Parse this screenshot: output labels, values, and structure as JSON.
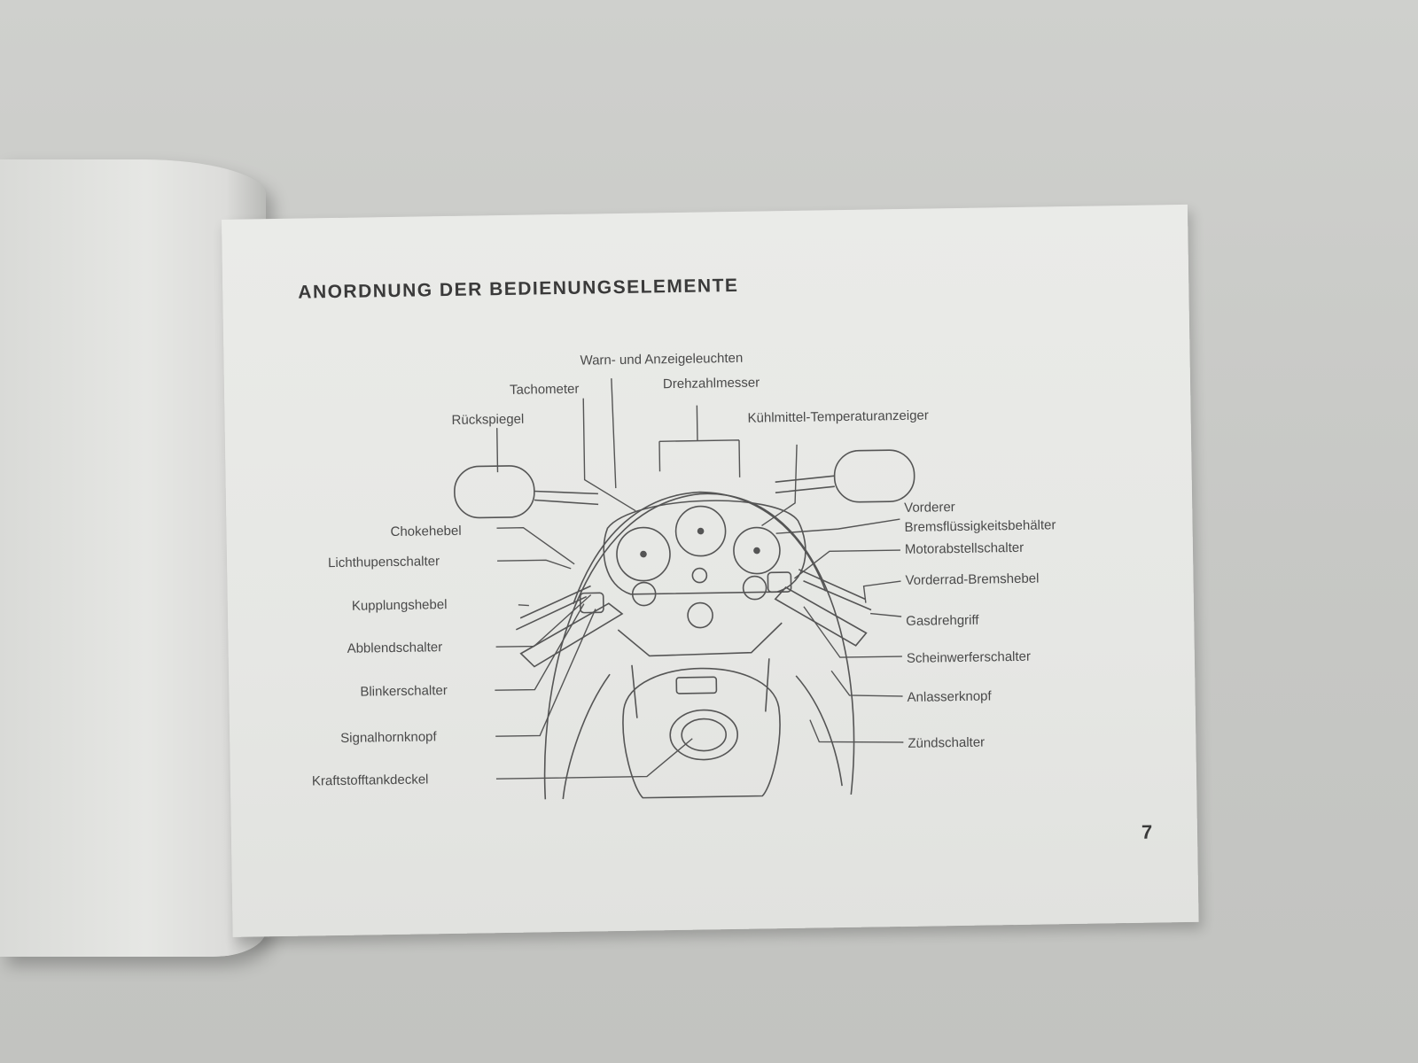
{
  "title": "ANORDNUNG DER BEDIENUNGSELEMENTE",
  "page_number": "7",
  "labels": {
    "warn": "Warn- und Anzeigeleuchten",
    "drehzahl": "Drehzahlmesser",
    "tacho": "Tachometer",
    "rueckspiegel": "Rückspiegel",
    "kuehlmittel": "Kühlmittel-Temperaturanzeiger",
    "choke": "Chokehebel",
    "lichthupe": "Lichthupenschalter",
    "kupplung": "Kupplungshebel",
    "abblend": "Abblendschalter",
    "blinker": "Blinkerschalter",
    "signalhorn": "Signalhornknopf",
    "tankdeckel": "Kraftstofftankdeckel",
    "vorderer": "Vorderer",
    "bremsfl": "Bremsflüssigkeitsbehälter",
    "motorabstell": "Motorabstellschalter",
    "vorderrad": "Vorderrad-Bremshebel",
    "gas": "Gasdrehgriff",
    "scheinwerfer": "Scheinwerferschalter",
    "anlasser": "Anlasserknopf",
    "zuend": "Zündschalter"
  }
}
